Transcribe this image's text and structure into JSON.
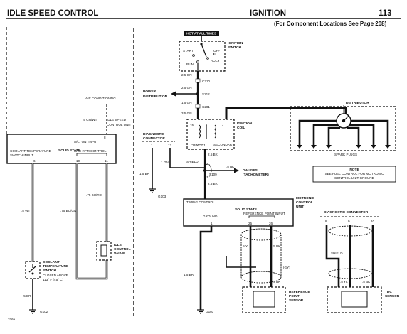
{
  "header": {
    "left_title": "IDLE SPEED CONTROL",
    "center_title": "IGNITION",
    "page_number": "113",
    "component_ref": "(For Component Locations See Page 208)"
  },
  "footer": {
    "code": "326e"
  },
  "left": {
    "air_conditioning": "AIR CONDITIONING",
    "wire_ac": ".5 GN/WT",
    "isc_unit_1": "IDLE SPEED",
    "isc_unit_2": "CONTROL UNIT",
    "pin8": "8",
    "ac_on_input": "A/C \"ON\" INPUT",
    "solid_state": "SOLID STATE",
    "coolant_input_1": "COOLANT TEMPERATURE",
    "coolant_input_2": "SWITCH INPUT",
    "idle_rpm_control": "IDLE RPM CONTROL",
    "pin6": "6",
    "pin10": "10",
    "pin11": "11",
    "wire_wt": ".5 WT",
    "wire_bu_gn": ".75 BU/GN",
    "wire_bu_rd": ".75 BU/RD",
    "coolant_sw_1": "COOLANT",
    "coolant_sw_2": "TEMPERATURE",
    "coolant_sw_3": "SWITCH",
    "coolant_sw_4": "CLOSED ABOVE",
    "coolant_sw_5": "113° F (45° C)",
    "idle_valve_1": "IDLE",
    "idle_valve_2": "CONTROL",
    "idle_valve_3": "VALVE",
    "wire_br": ".5 BR",
    "ground": "G102"
  },
  "right": {
    "hot_at_all_times": "HOT AT ALL TIMES",
    "ign_switch_1": "IGNITION",
    "ign_switch_2": "SWITCH",
    "start": "START",
    "off": "OFF",
    "run": "RUN",
    "accy": "ACCY",
    "wire_25gn_1": "2.5 GN",
    "c210": "C210",
    "wire_25gn_2": "2.5 GN",
    "s212": "S212",
    "power_dist_1": "POWER",
    "power_dist_2": "DISTRIBUTION",
    "wire_15gn": "1.5 GN",
    "c201": "C201",
    "wire_35gn": "3.5 GN",
    "coil_15": "15",
    "coil_1": "1",
    "coil_4": "4",
    "primary": "PRIMARY",
    "secondary": "SECONDARY",
    "ign_coil_1": "IGNITION",
    "ign_coil_2": "COIL",
    "distributor": "DISTRIBUTOR",
    "spark_plugs": "SPARK PLUGS",
    "diag_conn_1": "DIAGNOSTIC",
    "diag_conn_2": "CONNECTOR",
    "diag_pin1": "1",
    "diag_pin13": "13",
    "wire_1gn": "1 GN",
    "wire_15br": "1.5 BR",
    "g103_a": "G103",
    "shield": "SHIELD",
    "wire_25bk_a": "2.5 BK",
    "wire_5bk": ".5 BK",
    "s109": "S109",
    "gauges_1": "GAUGES",
    "gauges_2": "(TACHOMETER)",
    "wire_25bk_b": "2.5 BK",
    "note_title": "NOTE",
    "note_1": "SEE FUEL CONTROL FOR MOTRONIC",
    "note_2": "CONTROL UNIT GROUND",
    "timing_control": "TIMING CONTROL",
    "solid_state": "SOLID STATE",
    "motronic_1": "MOTRONIC",
    "motronic_2": "CONTROL",
    "motronic_3": "UNIT",
    "ground_label": "GROUND",
    "ref_point_input": "REFERENCE POINT INPUT",
    "pin_1": "1",
    "pin_25": "25",
    "pin_26": "26",
    "wire_5yl": ".5 YL",
    "wire_5bk_b": ".5 BK",
    "gy": "(GY)",
    "wire_5bk_c": ".5 BK",
    "wire_15br_b": "1.5 BR",
    "g103_b": "G103",
    "ref_sensor_1": "REFERENCE",
    "ref_sensor_2": "POINT",
    "ref_sensor_3": "SENSOR",
    "diag2_title": "DIAGNOSTIC CONNECTOR",
    "diag2_pin8": "8",
    "diag2_pin9": "9",
    "diag2_pin10": "10",
    "shield2": "SHIELD",
    "wire_5yl_b": ".5 YL",
    "wire_5bk_d": ".5 BK",
    "tdc_1": "TDC",
    "tdc_2": "SENSOR"
  }
}
